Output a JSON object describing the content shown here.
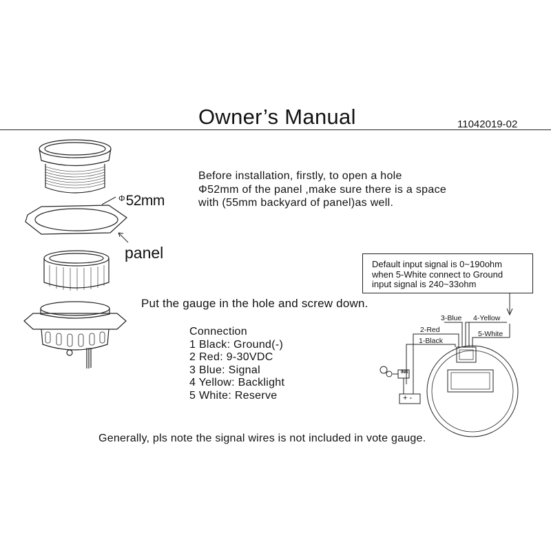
{
  "header": {
    "title": "Owner’s Manual",
    "doc_number": "11042019-02"
  },
  "install": {
    "lines": [
      "Before installation, firstly, to open a hole",
      "Φ52mm of the panel ,make sure there is a space",
      "with (55mm backyard of panel)as well."
    ],
    "hole_label_symbol": "Φ",
    "hole_label_value": "52mm",
    "panel_label": "panel",
    "step2": "Put the gauge in the hole and screw down."
  },
  "connection": {
    "heading": "Connection",
    "items": [
      "1 Black: Ground(-)",
      "2 Red: 9-30VDC",
      "3 Blue: Signal",
      "4 Yellow: Backlight",
      "5 White: Reserve"
    ]
  },
  "wiring": {
    "note_lines": [
      "Default  input signal is 0~190ohm",
      "when 5-White connect to Ground",
      "input signal is 240~33ohm"
    ],
    "wire_labels": {
      "blue": "3-Blue",
      "yellow": "4-Yellow",
      "red": "2-Red",
      "white": "5-White",
      "black": "1-Black"
    },
    "ign_label": "ING",
    "battery_label": "+ -"
  },
  "footer": "Generally, pls note the signal wires is not included in vote gauge."
}
